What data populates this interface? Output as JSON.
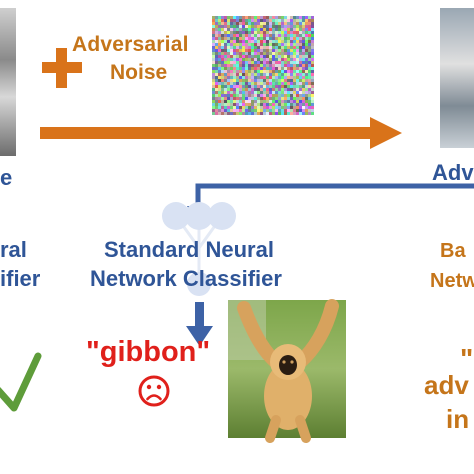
{
  "noise_label": [
    "Adversarial",
    "Noise"
  ],
  "left_image_caption_fragment": "e",
  "right_image_caption_fragment": "Adv",
  "left_classifier_fragment": [
    "ral",
    "ifier"
  ],
  "standard_classifier_label": [
    "Standard Neural",
    "Network Classifier"
  ],
  "standard_prediction": "\"gibbon\"",
  "right_classifier_fragment": [
    "Ba",
    "Netw"
  ],
  "right_prediction_fragment": [
    "\"",
    "adv",
    "in"
  ],
  "colors": {
    "blue_text": "#2f5597",
    "orange_text": "#c5751a",
    "red_text": "#e0201b",
    "orange_arrow": "#d9731a",
    "blue_arrow": "#3d62a6",
    "check_green": "#5e9c3a",
    "network_nodes": "#d9e2f3"
  },
  "icons": [
    "plus-icon",
    "noise-image",
    "panda-image",
    "gibbon-image",
    "frown-face-icon",
    "check-icon",
    "network-diagram-icon"
  ]
}
